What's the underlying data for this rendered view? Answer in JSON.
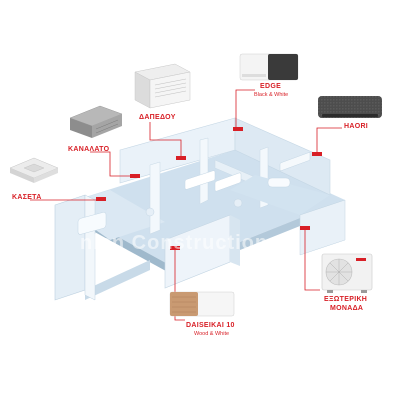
{
  "labels": {
    "edge": "EDGE",
    "edge_sub": "Black & White",
    "dapedou": "ΔΑΠΕΔΟΥ",
    "haori": "HAORI",
    "kanalato": "ΚΑΝΑΛΑΤΟ",
    "kaseta": "ΚΑΣΕΤΑ",
    "exoteriki_1": "ΕΞΩΤΕΡΙΚΗ",
    "exoteriki_2": "ΜΟΝΑΔΑ",
    "daiseikai": "DAISEIKAI 10",
    "daiseikai_sub": "Wood & White"
  },
  "watermark": "nlan Construction",
  "colors": {
    "accent": "#d81f26",
    "floor": "#d6e6f2",
    "wall": "#eef4fa",
    "wall_dark": "#b9cfe0"
  }
}
